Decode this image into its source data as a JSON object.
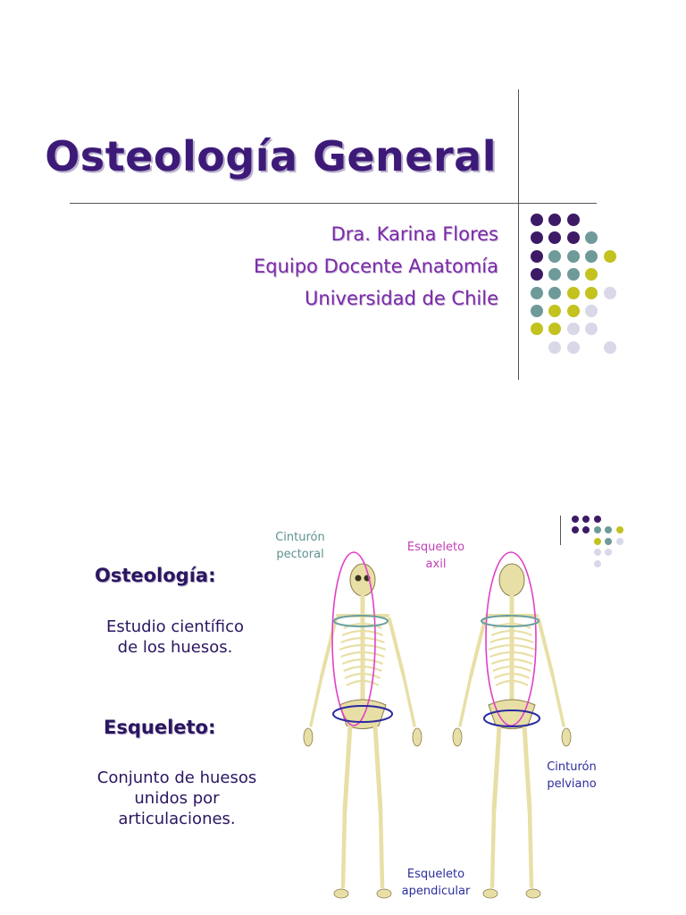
{
  "slide1": {
    "title": "Osteología General",
    "subtitle": [
      "Dra. Karina Flores",
      "Equipo Docente Anatomía",
      "Universidad de Chile"
    ]
  },
  "slide2": {
    "heading_osteologia": "Osteología:",
    "text_osteologia": [
      "Estudio científico",
      "de los huesos."
    ],
    "heading_esqueleto": "Esqueleto:",
    "text_esqueleto": [
      "Conjunto de huesos",
      "unidos por",
      "articulaciones."
    ],
    "labels": {
      "cinturon_pectoral": [
        "Cinturón",
        "pectoral"
      ],
      "esqueleto_axil": [
        "Esqueleto",
        "axil"
      ],
      "cinturon_pelviano": [
        "Cinturón",
        "pelviano"
      ],
      "esqueleto_apendicular": [
        "Esqueleto",
        "apendicular"
      ]
    }
  },
  "colors": {
    "purple_dark": "#3d1a66",
    "teal": "#6f9a9a",
    "olive": "#c3c21f",
    "lavender": "#d8d8e8",
    "title": "#3d1a78",
    "subtitle": "#7a2aa8",
    "label_teal": "#5f9090",
    "label_magenta": "#c43fb8",
    "label_navy": "#2b2e9c",
    "axial_ellipse": "#e040c8",
    "pectoral_ellipse": "#6a9fa0",
    "pelvic_ellipse": "#2a2aa0",
    "bone": "#e8dfa6"
  }
}
